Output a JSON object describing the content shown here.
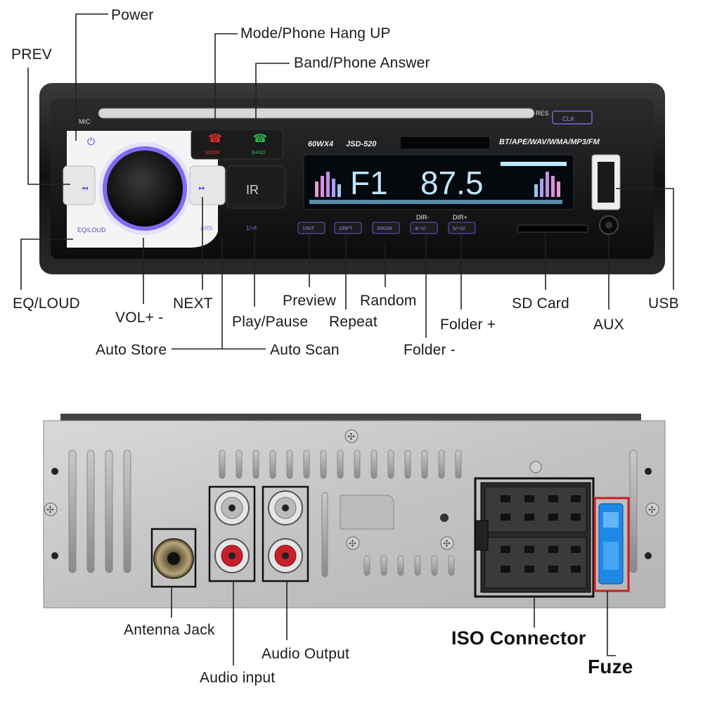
{
  "front_panel": {
    "model": "JSD-520",
    "power_rating": "60WX4",
    "formats": "BT/APE/WAV/WMA/MP3/FM",
    "display": {
      "band": "F1",
      "frequency": "87.5"
    },
    "panel_text": {
      "mic": "MIC",
      "res": "RES",
      "clk": "CLK",
      "mode": "MODE",
      "band": "BAND",
      "eq": "EQ/LOUD",
      "ams": "AMS",
      "one_two": "1/>ll",
      "ir": "IR",
      "b1": "1/INT",
      "b2": "2/RPT",
      "b3": "3/RDM",
      "b4": "4/-10",
      "b5": "5/+10",
      "dir_minus": "DIR-",
      "dir_plus": "DIR+"
    }
  },
  "front_labels": {
    "power": "Power",
    "mode": "Mode/Phone Hang UP",
    "band": "Band/Phone Answer",
    "prev": "PREV",
    "eq": "EQ/LOUD",
    "vol": "VOL+  -",
    "next": "NEXT",
    "play": "Play/Pause",
    "preview": "Preview",
    "repeat": "Repeat",
    "random": "Random",
    "folder_plus": "Folder +",
    "folder_minus": "Folder -",
    "sd": "SD Card",
    "aux": "AUX",
    "usb": "USB",
    "auto_store": "Auto Store",
    "auto_scan": "Auto Scan"
  },
  "rear_labels": {
    "antenna": "Antenna Jack",
    "audio_input": "Audio input",
    "audio_output": "Audio Output",
    "iso": "ISO Connector",
    "fuze": "Fuze"
  },
  "colors": {
    "accent_purple": "#6b4fd8",
    "display_blue": "#bfe6ff",
    "rca_red": "#c8202a",
    "fuse_blue": "#1e88e5",
    "fuse_frame": "#c81e1e"
  }
}
